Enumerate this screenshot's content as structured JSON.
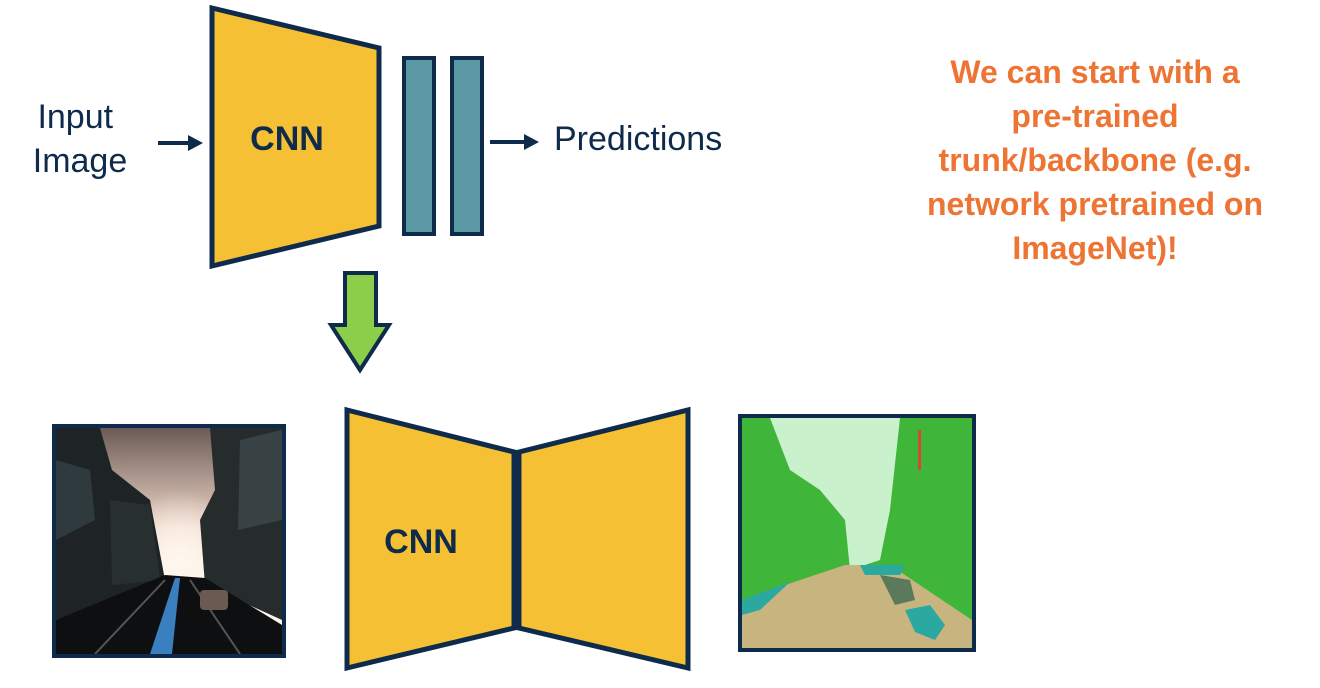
{
  "top_pipeline": {
    "input_label_line1": "Input",
    "input_label_line2": "Image",
    "cnn_label": "CNN",
    "output_label": "Predictions"
  },
  "bottom_pipeline": {
    "cnn_label": "CNN"
  },
  "callout": {
    "lines": [
      "We can start with a",
      "pre-trained",
      "trunk/backbone (e.g.",
      "network pretrained on",
      "ImageNet)!"
    ]
  },
  "colors": {
    "cnn_fill": "#f5c033",
    "outline": "#0f2b4c",
    "fc_layer_fill": "#5b9aa4",
    "down_arrow_fill": "#8ccd4a",
    "callout_text": "#ee7434"
  },
  "images": {
    "input_photo": "street-scene-photo",
    "segmentation_map": "segmentation-output-map"
  }
}
